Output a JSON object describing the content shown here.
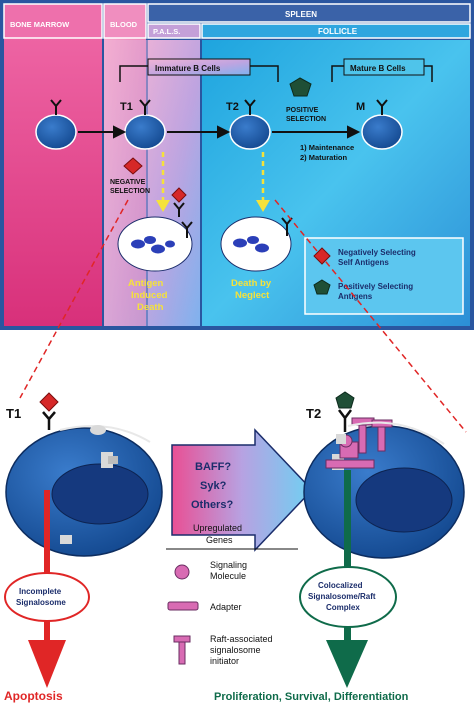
{
  "top_panel": {
    "headers": {
      "bone_marrow": "BONE MARROW",
      "blood": "BLOOD",
      "spleen": "SPLEEN",
      "pals": "P.A.L.S.",
      "follicle": "FOLLICLE"
    },
    "immature_label": "Immature B Cells",
    "mature_label": "Mature B Cells",
    "cells": {
      "t1": "T1",
      "t2": "T2",
      "m": "M"
    },
    "positive_selection": [
      "POSITIVE",
      "SELECTION"
    ],
    "outcomes": [
      "1) Maintenance",
      "2) Maturation"
    ],
    "negative_selection": [
      "NEGATIVE",
      "SELECTION"
    ],
    "antigen_death": [
      "Antigen",
      "Induced",
      "Death"
    ],
    "neglect_death": [
      "Death by",
      "Neglect"
    ],
    "legend": [
      {
        "lines": [
          "Negatively Selecting",
          "Self Antigens"
        ],
        "color": "#cc2222"
      },
      {
        "lines": [
          "Positively Selecting",
          "Antigens"
        ],
        "color": "#1f5c3c"
      }
    ]
  },
  "bottom_panel": {
    "t1_label": "T1",
    "t2_label": "T2",
    "arrow_text": [
      "BAFF?",
      "Syk?",
      "Others?"
    ],
    "upregulated": [
      "Upregulated",
      "Genes"
    ],
    "legend_items": [
      {
        "icon": "signaling-molecule",
        "lines": [
          "Signaling",
          "Molecule"
        ]
      },
      {
        "icon": "adapter",
        "lines": [
          "Adapter"
        ]
      },
      {
        "icon": "raft-initiator",
        "lines": [
          "Raft-associated",
          "signalosome",
          "initiator"
        ]
      }
    ],
    "incomplete": [
      "Incomplete",
      "Signalosome"
    ],
    "colocalized": [
      "Colocalized",
      "Signalosome/Raft",
      "Complex"
    ],
    "apoptosis": "Apoptosis",
    "outcome_right": "Proliferation, Survival, Differentiation"
  },
  "colors": {
    "panel_bg": "#2a56a0",
    "pink": "#e0458a",
    "light_pink": "#f7a9cf",
    "cyan": "#4fc4ea",
    "cell_blue": "#1e5fb0",
    "nucleus": "#15397e",
    "red": "#e02626",
    "green": "#0f6b4a",
    "yellow": "#f5e23a"
  }
}
